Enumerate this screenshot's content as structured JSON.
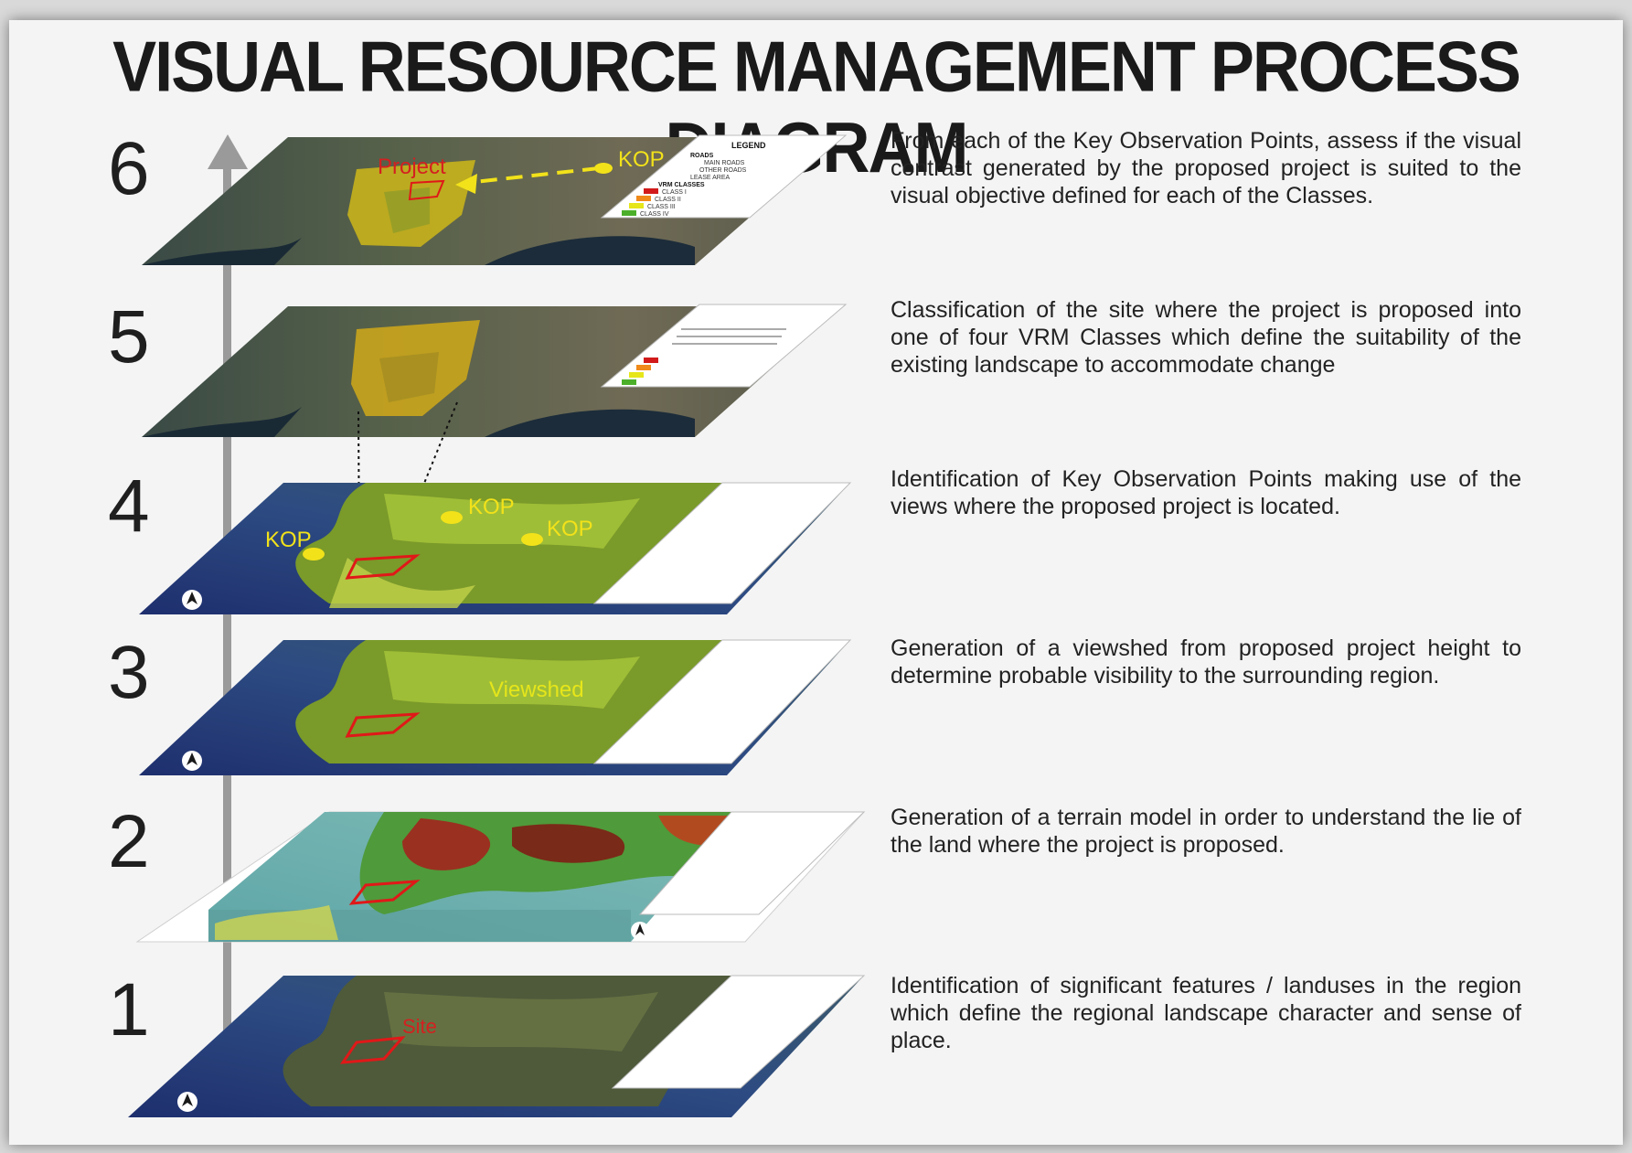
{
  "title": "VISUAL RESOURCE MANAGEMENT PROCESS DIAGRAM",
  "steps": [
    {
      "number": "1",
      "text": "Identification of significant features / landuses in the region which define the regional landscape character and sense of place."
    },
    {
      "number": "2",
      "text": "Generation of a terrain model in order to understand the lie of the land where the project is proposed."
    },
    {
      "number": "3",
      "text": "Generation of a viewshed from proposed project height to determine probable visibility to the surrounding region."
    },
    {
      "number": "4",
      "text": "Identification of Key Observation Points making use of the views where the proposed project is located."
    },
    {
      "number": "5",
      "text": "Classification of the site where the project is proposed into one of four VRM Classes which define the suitability of the existing landscape to accommodate change"
    },
    {
      "number": "6",
      "text": "From each of the Key Observation Points, assess if  the visual contrast generated by the proposed project is suited to the visual objective defined for each of the Classes."
    }
  ],
  "map_labels": {
    "project": "Project",
    "kop": "KOP",
    "viewshed": "Viewshed",
    "site": "Site"
  },
  "legend": {
    "title": "LEGEND",
    "roads": "ROADS",
    "main_roads": "MAIN ROADS",
    "other_roads": "OTHER ROADS",
    "lease_area": "LEASE AREA",
    "vrm_classes": "VRM CLASSES",
    "class_1": "CLASS I",
    "class_2": "CLASS II",
    "class_3": "CLASS III",
    "class_4": "CLASS IV"
  },
  "colors": {
    "arrow": "#9a9a9a",
    "kop_marker": "#f2e21a",
    "site_outline": "#e01818",
    "class_1": "#d21a1a",
    "class_2": "#f08a1a",
    "class_3": "#e6e61a",
    "class_4": "#4caf2a"
  },
  "icons": [
    "up-arrow-icon",
    "north-arrow-icon"
  ]
}
